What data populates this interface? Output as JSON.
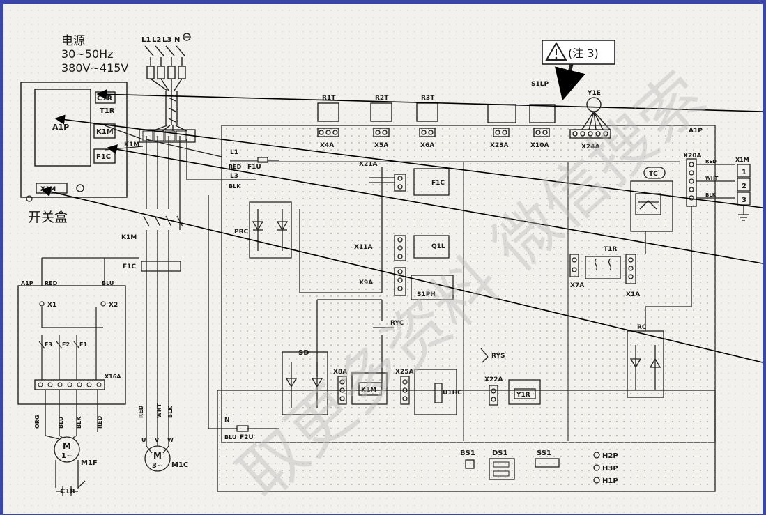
{
  "power": {
    "label_cn": "电源",
    "freq": "30~50Hz",
    "voltage": "380V~415V",
    "phases": [
      "L1",
      "L2",
      "L3",
      "N"
    ]
  },
  "switch_box": {
    "label_cn": "开关盒",
    "a1p": "A1P",
    "c1r": "C1R",
    "t1r": "T1R",
    "k1m": "K1M",
    "f1c": "F1C",
    "x1m": "X1M"
  },
  "note": {
    "warning_icon": "warning-triangle-icon",
    "text": "(注 3)"
  },
  "sensors": {
    "r1t": "R1T",
    "r2t": "R2T",
    "r3t": "R3T",
    "s1lp": "S1LP",
    "y1e": "Y1E"
  },
  "connectors": {
    "x4a": "X4A",
    "x5a": "X5A",
    "x6a": "X6A",
    "x23a": "X23A",
    "x10a": "X10A",
    "x24a": "X24A",
    "x21a": "X21A",
    "x11a": "X11A",
    "x9a": "X9A",
    "x8a": "X8A",
    "x25a": "X25A",
    "x22a": "X22A",
    "x7a": "X7A",
    "x1a": "X1A",
    "x20a": "X20A",
    "x1": "X1",
    "x2": "X2",
    "x16a": "X16A"
  },
  "main_board": {
    "a1p": "A1P",
    "l1": "L1",
    "red": "RED",
    "f1u": "F1U",
    "l3": "L3",
    "blk": "BLK",
    "prc": "PRC",
    "f1c": "F1C",
    "q1l": "Q1L",
    "s1ph": "S1PH",
    "ryc": "RYC",
    "rys": "RYS",
    "sd": "SD",
    "k1m": "K1M",
    "u1hc": "U1HC",
    "y1r": "Y1R",
    "t1r": "T1R",
    "tc": "TC",
    "rc": "RC",
    "n": "N",
    "blu": "BLU",
    "f2u": "F2U",
    "bs1": "BS1",
    "ds1": "DS1",
    "ss1": "SS1",
    "h2p": "H2P",
    "h3p": "H3P",
    "h1p": "H1P"
  },
  "terminal_x1m": {
    "label": "X1M",
    "wires": [
      "RED",
      "WHT",
      "BLK"
    ],
    "terms": [
      "1",
      "2",
      "3"
    ]
  },
  "contactor": {
    "k1m": "K1M",
    "f1c": "F1C"
  },
  "fan_board": {
    "a1p": "A1P",
    "red": "RED",
    "blu": "BLU",
    "relays": [
      "F3",
      "F2",
      "F1"
    ],
    "wires": [
      "ORG",
      "BLU",
      "BLK",
      "RED"
    ],
    "motor_m": "M",
    "motor_phase": "1~",
    "motor_label": "M1F",
    "cap": "C1R"
  },
  "compressor": {
    "wires": [
      "RED",
      "WHT",
      "BLK"
    ],
    "terms": [
      "U",
      "V",
      "W"
    ],
    "m": "M",
    "phase": "3~",
    "label": "M1C"
  },
  "watermark": "取更多资料  微信搜索"
}
